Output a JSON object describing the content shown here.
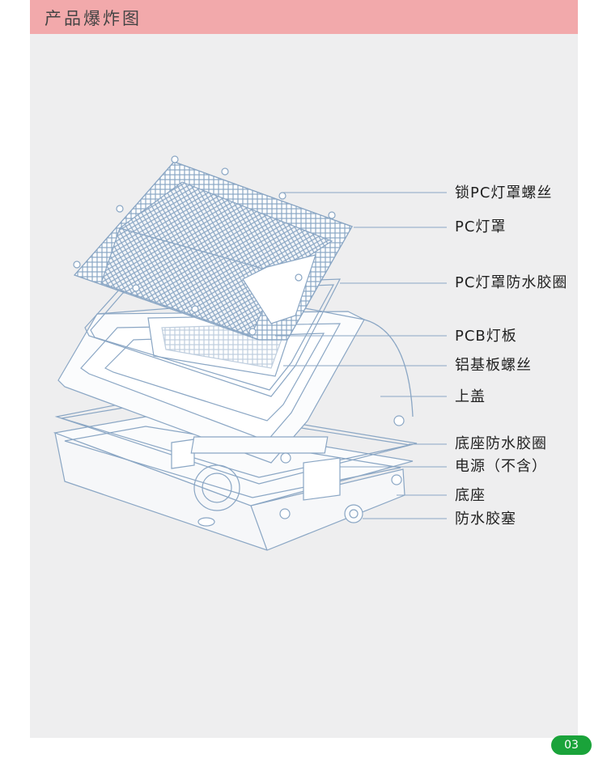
{
  "header": {
    "title": "产品爆炸图"
  },
  "diagram": {
    "line_color": "#8aa6c4",
    "labels": [
      {
        "id": "lock-screw",
        "text": "锁PC灯罩螺丝"
      },
      {
        "id": "pc-cover",
        "text": "PC灯罩"
      },
      {
        "id": "pc-gasket",
        "text": "PC灯罩防水胶圈"
      },
      {
        "id": "pcb-board",
        "text": "PCB灯板"
      },
      {
        "id": "alu-screw",
        "text": "铝基板螺丝"
      },
      {
        "id": "top-cover",
        "text": "上盖"
      },
      {
        "id": "base-gasket",
        "text": "底座防水胶圈"
      },
      {
        "id": "power-supply",
        "text": "电源（不含）"
      },
      {
        "id": "base",
        "text": "底座"
      },
      {
        "id": "plug",
        "text": "防水胶塞"
      }
    ]
  },
  "footer": {
    "page_number": "03",
    "badge_color": "#1aa33a"
  }
}
